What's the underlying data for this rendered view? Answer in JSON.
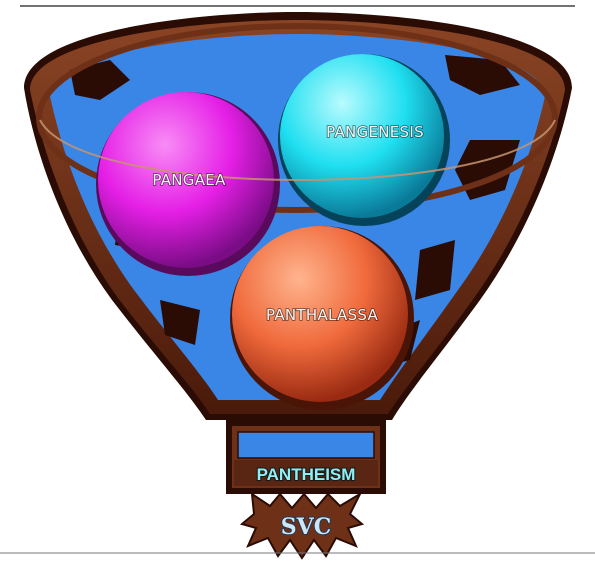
{
  "diagram": {
    "circles": [
      {
        "label": "PANGAEA",
        "color": "#e51fe6"
      },
      {
        "label": "PANGENESIS",
        "color": "#1fdff0"
      },
      {
        "label": "PANTHALASSA",
        "color": "#f06a3c"
      }
    ],
    "base_label": "PANTHEISM",
    "logo_text": "SVC"
  },
  "colors": {
    "funnel_brown": "#6e3118",
    "funnel_dark": "#3a1408",
    "map_blue": "#3a86e6",
    "background": "#ffffff"
  }
}
